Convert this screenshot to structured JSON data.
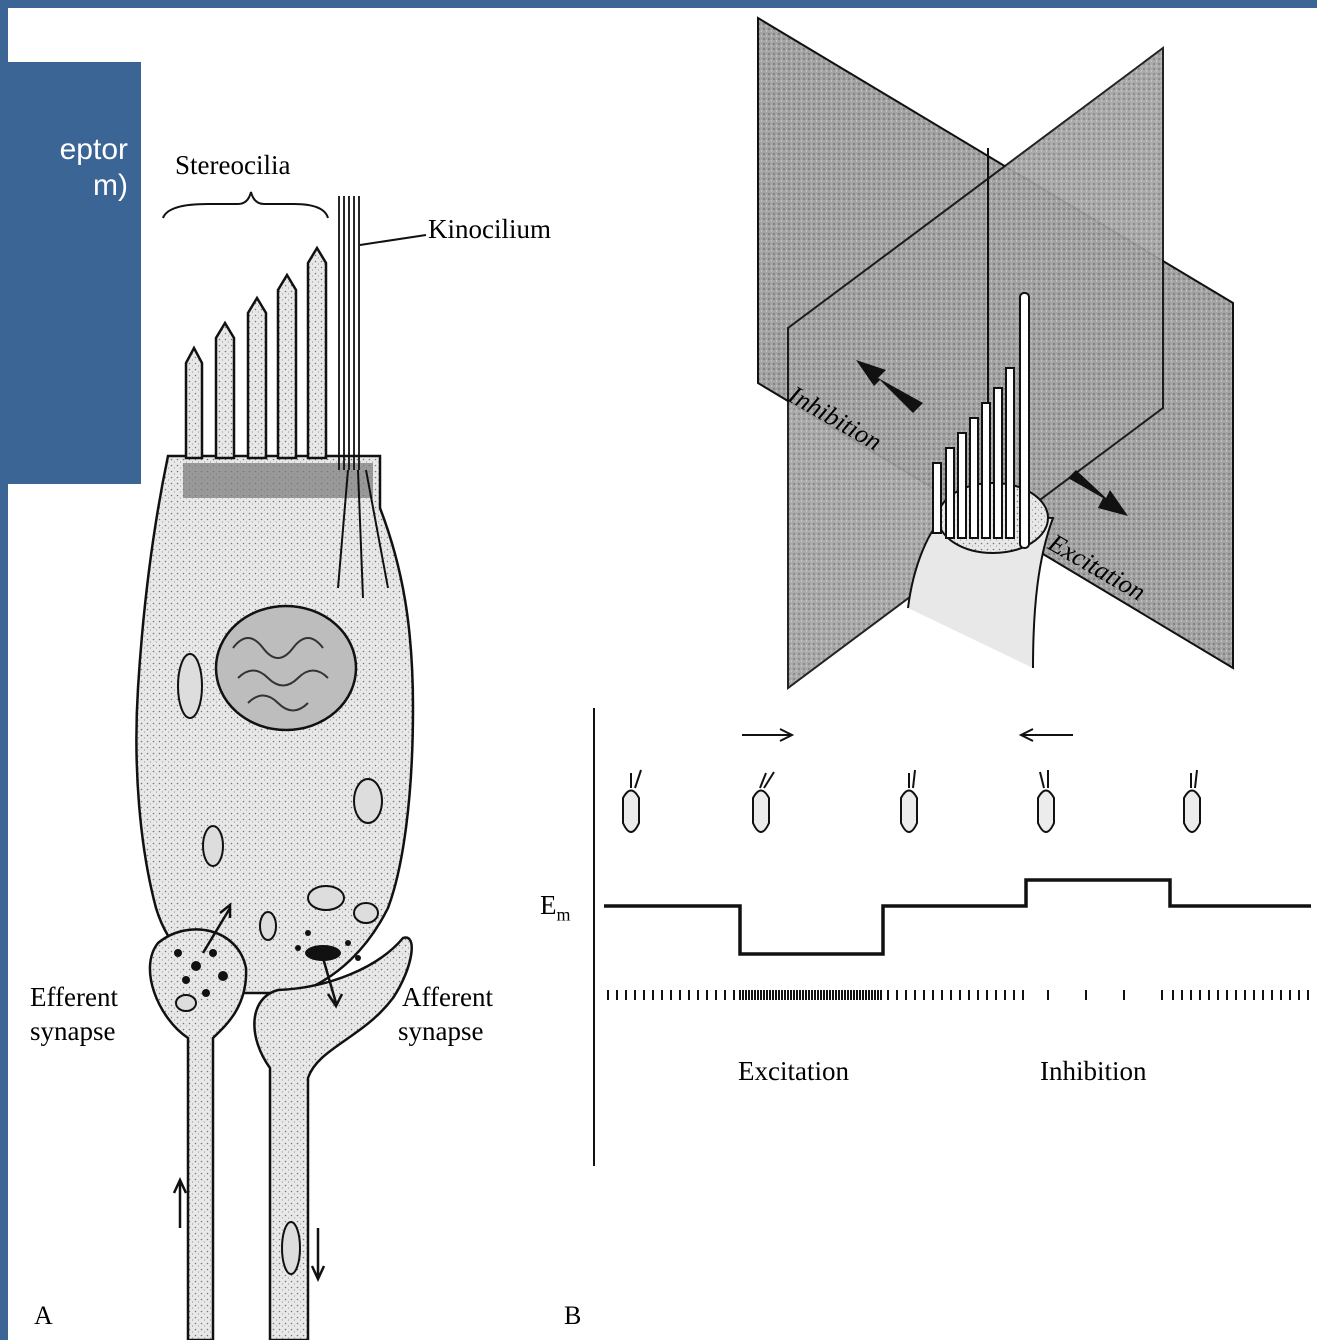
{
  "slide": {
    "title_line1": "eptor",
    "title_line2": "m)"
  },
  "figure_a": {
    "panel_label": "A",
    "stereocilia_label": "Stereocilia",
    "kinocilium_label": "Kinocilium",
    "efferent_label_1": "Efferent",
    "efferent_label_2": "synapse",
    "afferent_label_1": "Afferent",
    "afferent_label_2": "synapse"
  },
  "figure_b": {
    "panel_label": "B",
    "inhibition_plane_label": "Inhibition",
    "excitation_plane_label": "Excitation",
    "em_label": "E",
    "em_subscript": "m",
    "excitation_label": "Excitation",
    "inhibition_label": "Inhibition"
  },
  "colors": {
    "slide_blue": "#3a6594",
    "plane_gray": "#9a9a9a"
  }
}
